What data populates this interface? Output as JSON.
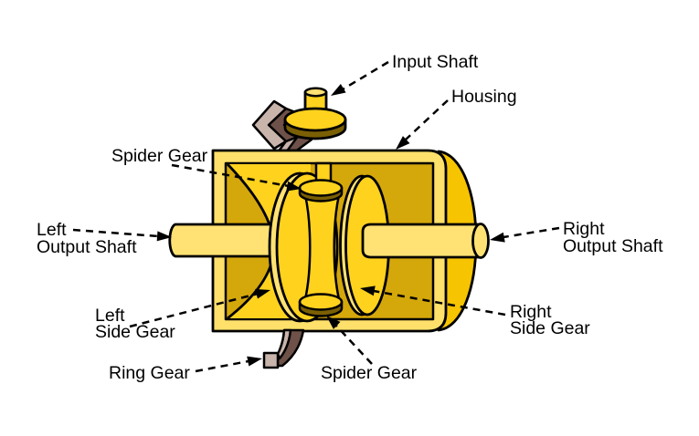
{
  "diagram": {
    "labels": {
      "input_shaft": {
        "text": "Input Shaft"
      },
      "housing": {
        "text": "Housing"
      },
      "spider_gear_top": {
        "text": "Spider Gear"
      },
      "left_output_shaft": {
        "line1": "Left",
        "line2": "Output Shaft"
      },
      "left_side_gear": {
        "line1": "Left",
        "line2": "Side Gear"
      },
      "ring_gear": {
        "text": "Ring Gear"
      },
      "spider_gear_bottom": {
        "text": "Spider Gear"
      },
      "right_output_shaft": {
        "line1": "Right",
        "line2": "Output Shaft"
      },
      "right_side_gear": {
        "line1": "Right",
        "line2": "Side Gear"
      }
    },
    "colors": {
      "bright_yellow": "#FFD21E",
      "pale_yellow": "#FFE273",
      "frame_yellow": "#FFE06A",
      "panel_gold": "#D4A70B",
      "bulge_gold": "#F6C400",
      "olive_dark": "#7A5F04",
      "ring_brown": "#6E5148",
      "ring_tan": "#C9B4AC",
      "outline": "#000000",
      "text": "#000000",
      "background": "#FFFFFF"
    }
  }
}
